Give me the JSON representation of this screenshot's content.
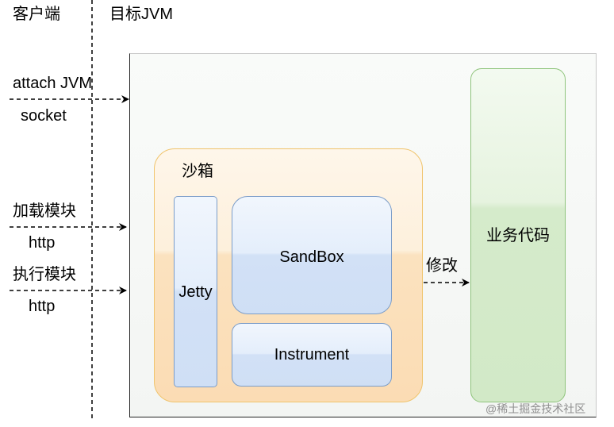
{
  "header": {
    "client": "客户端",
    "target_jvm": "目标JVM"
  },
  "client_actions": [
    {
      "label": "attach JVM",
      "sublabel": "socket"
    },
    {
      "label": "加载模块",
      "sublabel": "http"
    },
    {
      "label": "执行模块",
      "sublabel": "http"
    }
  ],
  "sandbox": {
    "title": "沙箱",
    "jetty": "Jetty",
    "core": "SandBox",
    "instrument": "Instrument"
  },
  "modify_label": "修改",
  "business_code": "业务代码",
  "watermark": "@稀土掘金技术社区",
  "colors": {
    "sandbox_border": "#f0c46c",
    "blue_border": "#7b9dc9",
    "green_border": "#8fc47c"
  }
}
